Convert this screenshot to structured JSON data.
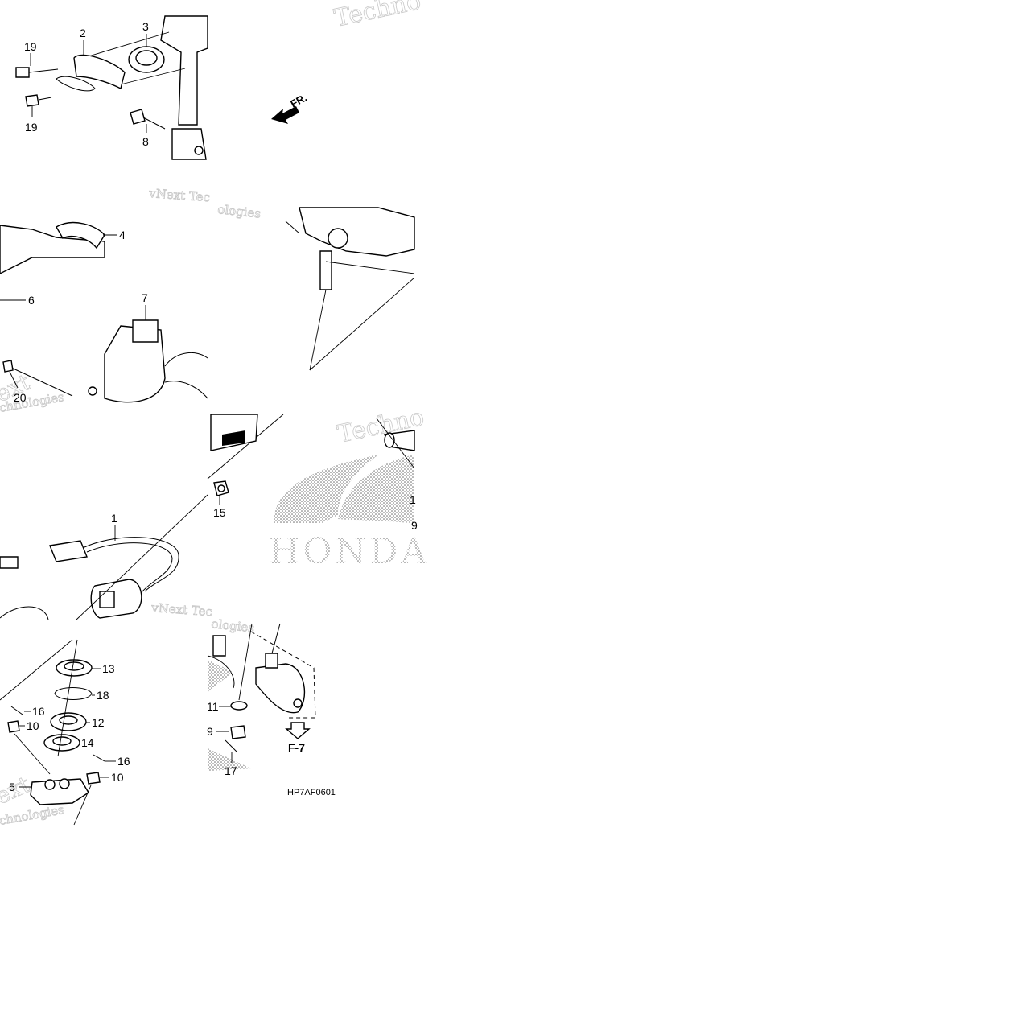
{
  "diagram": {
    "code": "HP7AF0601",
    "forward_mark": "FR.",
    "ref_mark": "F-7",
    "brand_logo_text": "HONDA",
    "watermarks": [
      "Techno",
      "vNext Tec",
      "ologies",
      "Techno",
      "vNext Tec",
      "ologies",
      "ext",
      "chnologies",
      "ext",
      "chnologies"
    ],
    "callouts": [
      {
        "id": "c19a",
        "label": "19"
      },
      {
        "id": "c2",
        "label": "2"
      },
      {
        "id": "c3",
        "label": "3"
      },
      {
        "id": "c19b",
        "label": "19"
      },
      {
        "id": "c8",
        "label": "8"
      },
      {
        "id": "c4",
        "label": "4"
      },
      {
        "id": "c6",
        "label": "6"
      },
      {
        "id": "c7",
        "label": "7"
      },
      {
        "id": "c20",
        "label": "20"
      },
      {
        "id": "c15",
        "label": "15"
      },
      {
        "id": "c1",
        "label": "1"
      },
      {
        "id": "c13",
        "label": "13"
      },
      {
        "id": "c18",
        "label": "18"
      },
      {
        "id": "c16a",
        "label": "16"
      },
      {
        "id": "c12",
        "label": "12"
      },
      {
        "id": "c10a",
        "label": "10"
      },
      {
        "id": "c14",
        "label": "14"
      },
      {
        "id": "c16b",
        "label": "16"
      },
      {
        "id": "c10b",
        "label": "10"
      },
      {
        "id": "c5",
        "label": "5"
      },
      {
        "id": "c11",
        "label": "11"
      },
      {
        "id": "c9",
        "label": "9"
      },
      {
        "id": "c17",
        "label": "17"
      },
      {
        "id": "c1p",
        "label": "1"
      },
      {
        "id": "c9p",
        "label": "9"
      }
    ]
  }
}
